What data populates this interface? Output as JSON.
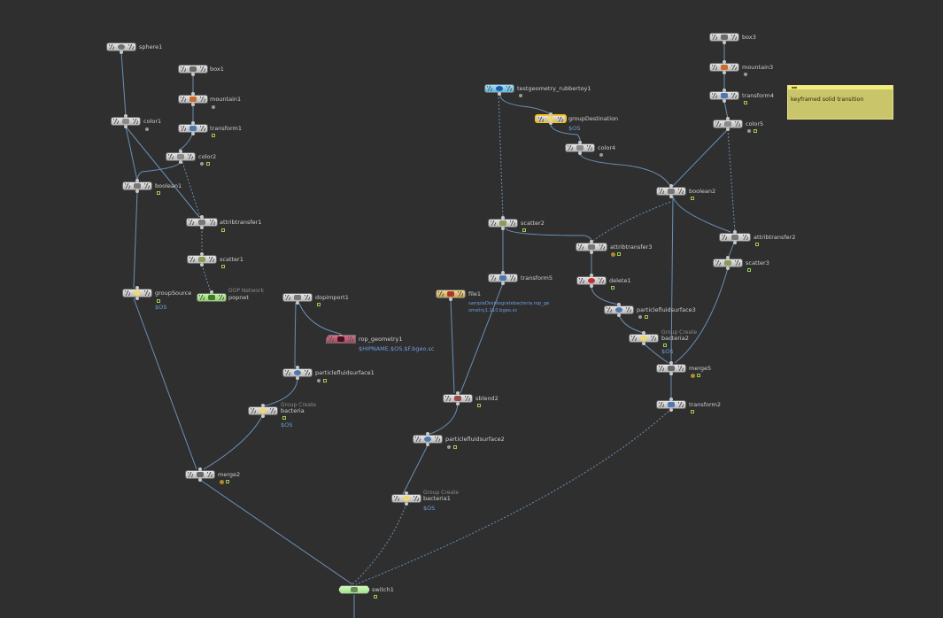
{
  "nodes": {
    "sphere1": {
      "label": "sphere1"
    },
    "box1": {
      "label": "box1"
    },
    "mountain1": {
      "label": "mountain1"
    },
    "transform1": {
      "label": "transform1"
    },
    "color1": {
      "label": "color1"
    },
    "color2": {
      "label": "color2"
    },
    "boolean1": {
      "label": "boolean1"
    },
    "attribtransfer1": {
      "label": "attribtransfer1"
    },
    "scatter1": {
      "label": "scatter1"
    },
    "groupSource": {
      "label": "groupSource",
      "sub": "$OS"
    },
    "popnet": {
      "label": "popnet",
      "comment": "DOP Network"
    },
    "dopimport1": {
      "label": "dopimport1"
    },
    "rop_geometry1": {
      "label": "rop_geometry1",
      "sub": "$HIPNAME.$OS.$F.bgeo.sc"
    },
    "particlefluidsurface1": {
      "label": "particlefluidsurface1"
    },
    "bacteria": {
      "label": "bacteria",
      "comment": "Group Create",
      "sub": "$OS"
    },
    "merge2": {
      "label": "merge2"
    },
    "testgeometry_rubbertoy1": {
      "label": "testgeometry_rubbertoy1"
    },
    "groupDestination": {
      "label": "groupDestination",
      "sub": "$OS"
    },
    "color4": {
      "label": "color4"
    },
    "scatter2": {
      "label": "scatter2"
    },
    "transform5": {
      "label": "transform5"
    },
    "file1": {
      "label": "file1",
      "sub1": "sampleDisintegratebacteria.rop_ge",
      "sub2": "ometry1.110.bgeo.sc"
    },
    "sblend2": {
      "label": "sblend2"
    },
    "particlefluidsurface2": {
      "label": "particlefluidsurface2"
    },
    "bacteria1": {
      "label": "bacteria1",
      "comment": "Group Create",
      "sub": "$OS"
    },
    "switch1": {
      "label": "switch1"
    },
    "box3": {
      "label": "box3"
    },
    "mountain3": {
      "label": "mountain3"
    },
    "transform4": {
      "label": "transform4"
    },
    "color5": {
      "label": "color5"
    },
    "boolean2": {
      "label": "boolean2"
    },
    "attribtransfer3": {
      "label": "attribtransfer3"
    },
    "attribtransfer2": {
      "label": "attribtransfer2"
    },
    "delete1": {
      "label": "delete1"
    },
    "scatter3": {
      "label": "scatter3"
    },
    "particlefluidsurface3": {
      "label": "particlefluidsurface3"
    },
    "bacteria2": {
      "label": "bacteria2",
      "comment": "Group Create",
      "sub": "$OS"
    },
    "merge5": {
      "label": "merge5"
    },
    "transform2": {
      "label": "transform2"
    }
  },
  "sticky_note": {
    "text": "keyframed solid transition"
  },
  "colors": {
    "background": "#2f2f2f",
    "wire": "#6b8fb5",
    "selected_outline": "#f4c21c",
    "sticky": "#c9c56a",
    "subtext": "#6d9ee0",
    "dop_network": "#9fe08a",
    "rop": "#b5566f",
    "file": "#e0c27a",
    "test_geometry": "#7ec8e8",
    "switch": "#b8f2a0"
  }
}
